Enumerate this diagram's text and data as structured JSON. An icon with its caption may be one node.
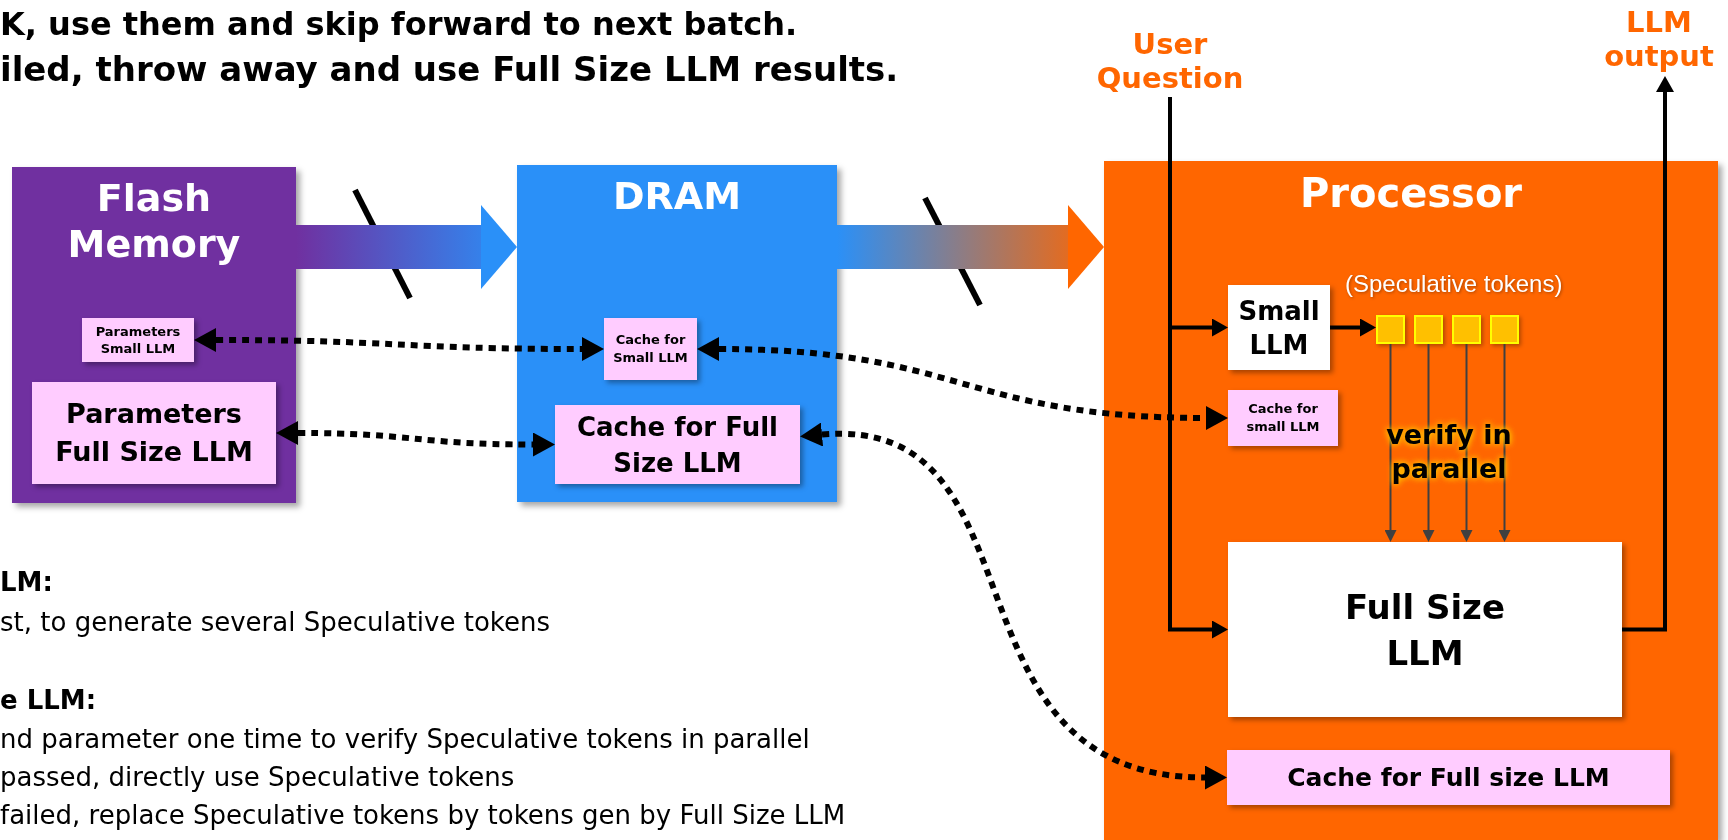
{
  "diagram": {
    "nodes": [
      {
        "text": [
          "Flash Memory"
        ]
      },
      {
        "text": [
          "Parameters Small LLM"
        ],
        "in": 0
      },
      {
        "text": [
          "Parameters Full Size LLM"
        ],
        "in": 0
      },
      {
        "text": [
          "DRAM"
        ]
      },
      {
        "text": [
          "Cache for Small LLM"
        ],
        "in": 3
      },
      {
        "text": [
          "Cache for Full Size LLM"
        ],
        "in": 3
      },
      {
        "text": [
          "Processor"
        ]
      },
      {
        "text": [
          "User Question"
        ]
      },
      {
        "text": [
          "LLM output"
        ]
      },
      {
        "text": [
          "Small LLM"
        ],
        "in": 6
      },
      {
        "text": [
          "Cache for small LLM"
        ],
        "in": 6
      },
      {
        "text": [],
        "shape": "box",
        "in": 6
      },
      {
        "text": [],
        "shape": "box",
        "in": 6
      },
      {
        "text": [],
        "shape": "box",
        "in": 6
      },
      {
        "text": [],
        "shape": "box",
        "in": 6
      },
      {
        "text": [
          "Full Size LLM"
        ],
        "in": 6
      },
      {
        "text": [
          "Cache for Full size LLM"
        ],
        "in": 6
      }
    ],
    "edges": [
      {
        "from": 0,
        "to": 3,
        "arrow": "to",
        "style": "thick"
      },
      {
        "from": 3,
        "to": 6,
        "arrow": "to",
        "style": "thick"
      },
      {
        "from": 1,
        "to": 4,
        "arrow": "both",
        "style": "dashed"
      },
      {
        "from": 2,
        "to": 5,
        "arrow": "both",
        "style": "dashed"
      },
      {
        "from": 4,
        "to": 10,
        "arrow": "both",
        "style": "dashed"
      },
      {
        "from": 5,
        "to": 16,
        "arrow": "both",
        "style": "dashed"
      },
      {
        "from": 7,
        "to": 9,
        "arrow": "to"
      },
      {
        "from": 7,
        "to": 15,
        "arrow": "to"
      },
      {
        "from": 9,
        "to": 11,
        "arrow": "to"
      },
      {
        "from": 11,
        "to": 15,
        "arrow": "to",
        "color": "#404040"
      },
      {
        "from": 12,
        "to": 15,
        "arrow": "to",
        "color": "#404040"
      },
      {
        "from": 13,
        "to": 15,
        "arrow": "to",
        "color": "#404040"
      },
      {
        "from": 14,
        "to": 15,
        "arrow": "to",
        "color": "#404040"
      },
      {
        "from": 15,
        "to": 8,
        "arrow": "to"
      }
    ],
    "labels": [
      "K, use them and skip forward to next batch.",
      "iled, throw away and use Full Size LLM results.",
      "(Speculative tokens)",
      "verify in parallel",
      "LM:",
      "st, to generate several Speculative tokens",
      "e LLM:",
      "nd parameter one time to verify Speculative tokens in parallel",
      "passed, directly use Speculative tokens",
      "failed, replace Speculative tokens by tokens gen by Full Size LLM"
    ]
  }
}
